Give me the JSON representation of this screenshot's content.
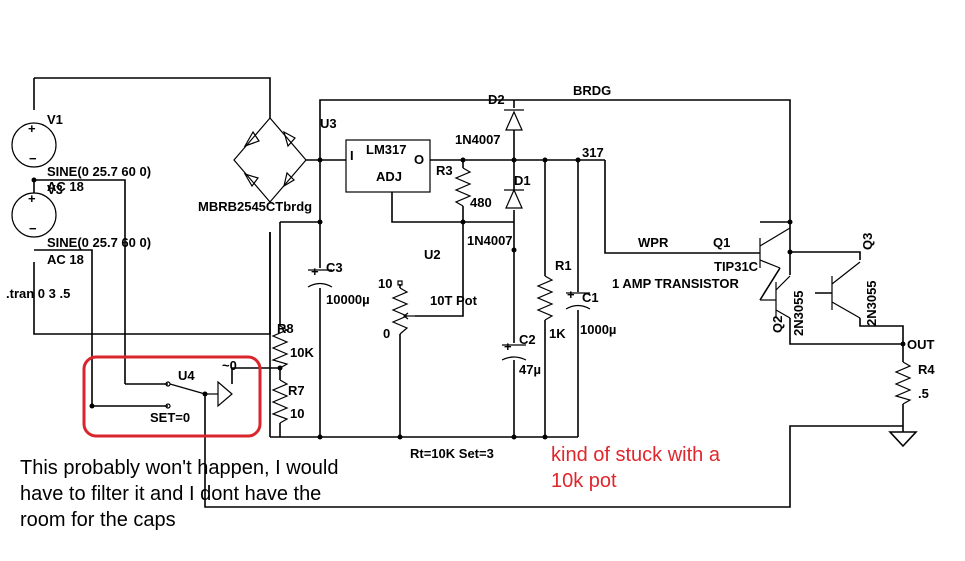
{
  "labels": {
    "v1": "V1",
    "sine1": "SINE(0 25.7 60 0)",
    "ac1": "AC 18",
    "v3": "V3",
    "sine2": "SINE(0 25.7 60 0)",
    "ac2": "AC 18",
    "tran": ".tran 0 3 .5",
    "bridge": "MBRB2545CTbrdg",
    "u3": "U3",
    "pin_i": "I",
    "lm317": "LM317",
    "pin_o": "O",
    "adj": "ADJ",
    "r3": "R3",
    "r3_val": "480",
    "d2": "D2",
    "brdg": "BRDG",
    "d2_part": "1N4007",
    "d1": "D1",
    "d1_part": "1N4007",
    "net317": "317",
    "c3": "C3",
    "c3_val": "10000µ",
    "u2": "U2",
    "pot_top": "10",
    "pot_name": "10T Pot",
    "pot_bot": "0",
    "r1": "R1",
    "r1_val": "1K",
    "c2": "C2",
    "c2_val": "47µ",
    "c1": "C1",
    "c1_val": "1000µ",
    "wpr": "WPR",
    "q1": "Q1",
    "tip31c": "TIP31C",
    "amp": "1 AMP TRANSISTOR",
    "r8": "R8",
    "r8_val": "10K",
    "r7": "R7",
    "r7_val": "10",
    "tilde0": "~0",
    "u4": "U4",
    "set0": "SET=0",
    "rt": "Rt=10K Set=3",
    "out": "OUT",
    "r4": "R4",
    "r4_val": ".5",
    "q2": "Q2",
    "q2_part": "2N3055",
    "q3": "Q3",
    "q3_part": "2N3055"
  },
  "notes": {
    "black": "This probably won't happen, I would\nhave to filter it and I dont have the\nroom for the caps",
    "red": "kind of stuck with a\n10k pot"
  },
  "colors": {
    "wire": "#000000",
    "highlight": "#d9262c",
    "annotation_red": "#e0262c",
    "background": "#ffffff"
  }
}
